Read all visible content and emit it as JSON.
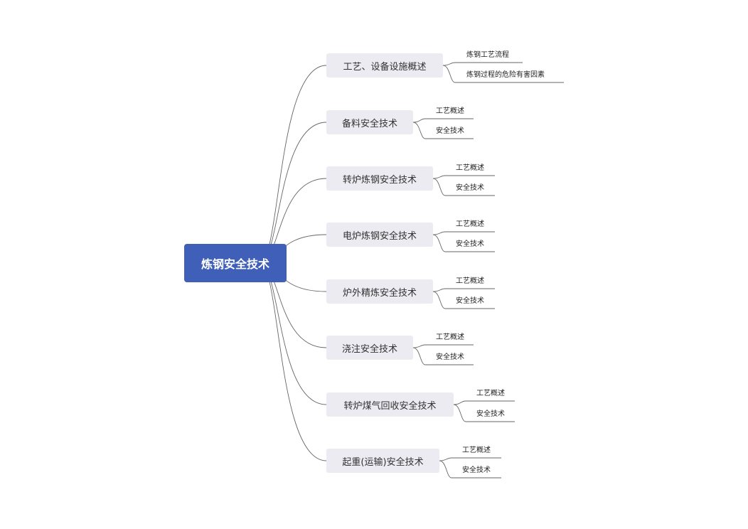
{
  "root": {
    "label": "炼钢安全技术"
  },
  "branches": [
    {
      "label": "工艺、设备设施概述",
      "children": [
        "炼钢工艺流程",
        "炼钢过程的危险有害因素"
      ]
    },
    {
      "label": "备料安全技术",
      "children": [
        "工艺概述",
        "安全技术"
      ]
    },
    {
      "label": "转炉炼钢安全技术",
      "children": [
        "工艺概述",
        "安全技术"
      ]
    },
    {
      "label": "电炉炼钢安全技术",
      "children": [
        "工艺概述",
        "安全技术"
      ]
    },
    {
      "label": "炉外精炼安全技术",
      "children": [
        "工艺概述",
        "安全技术"
      ]
    },
    {
      "label": "浇注安全技术",
      "children": [
        "工艺概述",
        "安全技术"
      ]
    },
    {
      "label": "转炉煤气回收安全技术",
      "children": [
        "工艺概述",
        "安全技术"
      ]
    },
    {
      "label": "起重(运输)安全技术",
      "children": [
        "工艺概述",
        "安全技术"
      ]
    }
  ],
  "colors": {
    "root": "#3f5fb8",
    "branch": "#ebebf1",
    "line": "#666666"
  }
}
